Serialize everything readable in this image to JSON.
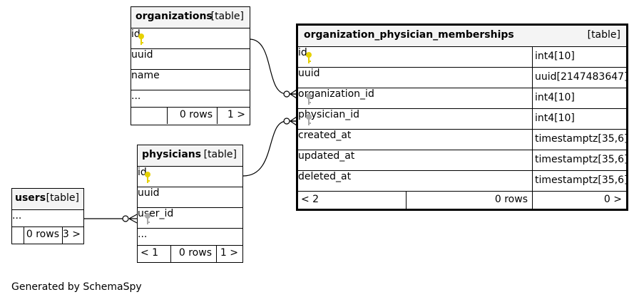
{
  "footer_text": "Generated by SchemaSpy",
  "tables": {
    "organizations": {
      "name": "organizations",
      "type": "[table]",
      "columns": [
        "id",
        "uuid",
        "name"
      ],
      "ellipsis": "...",
      "rows_text": "0 rows",
      "children_text": "1 >"
    },
    "physicians": {
      "name": "physicians",
      "type": "[table]",
      "columns": [
        "id",
        "uuid",
        "user_id"
      ],
      "ellipsis": "...",
      "parents_text": "< 1",
      "rows_text": "0 rows",
      "children_text": "1 >"
    },
    "users": {
      "name": "users",
      "type": "[table]",
      "ellipsis": "...",
      "rows_text": "0 rows",
      "children_text": "3 >"
    },
    "memberships": {
      "name": "organization_physician_memberships",
      "type": "[table]",
      "columns": [
        {
          "name": "id",
          "type": "int4[10]"
        },
        {
          "name": "uuid",
          "type": "uuid[2147483647]"
        },
        {
          "name": "organization_id",
          "type": "int4[10]"
        },
        {
          "name": "physician_id",
          "type": "int4[10]"
        },
        {
          "name": "created_at",
          "type": "timestamptz[35,6]"
        },
        {
          "name": "updated_at",
          "type": "timestamptz[35,6]"
        },
        {
          "name": "deleted_at",
          "type": "timestamptz[35,6]"
        }
      ],
      "parents_text": "< 2",
      "rows_text": "0 rows",
      "children_text": "0 >"
    }
  },
  "colors": {
    "primary_key": "#e6d100",
    "foreign_key": "#a8a8a8",
    "header_bg": "#f4f4f4",
    "line": "#000000"
  }
}
